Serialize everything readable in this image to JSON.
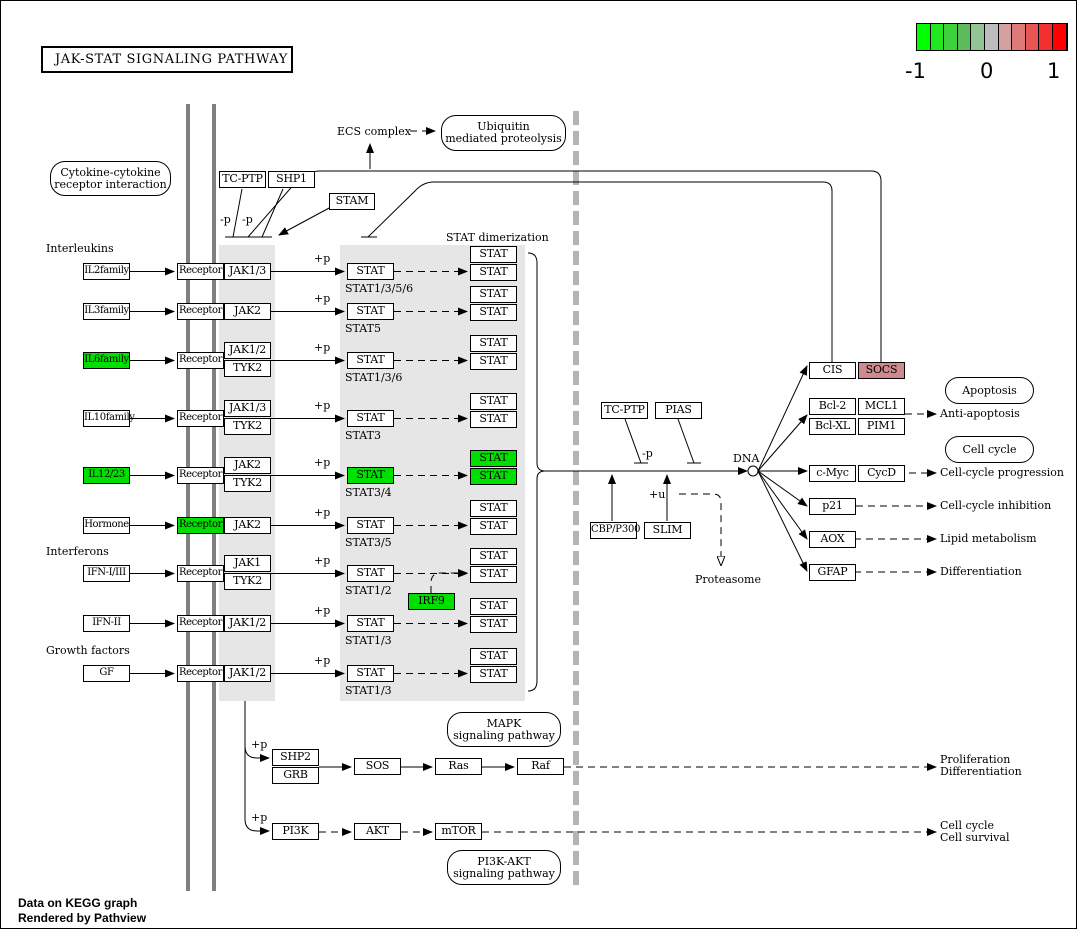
{
  "title": "JAK-STAT SIGNALING PATHWAY",
  "legend": {
    "min_label": "-1",
    "mid_label": "0",
    "max_label": "1",
    "colors": [
      "#00ff00",
      "#1fe81f",
      "#3ed13e",
      "#5dba5d",
      "#94c494",
      "#bebebe",
      "#d4a0a0",
      "#de7a7a",
      "#e85555",
      "#f23030",
      "#ff0000"
    ]
  },
  "colors": {
    "up_green": "#00e000",
    "socs_red": "#ce8a8e",
    "gray_box": "#e6e6e6",
    "membrane": "#808080",
    "divider": "#b4b4b4"
  },
  "groups": {
    "interleukins": "Interleukins",
    "interferons": "Interferons",
    "growth_factors": "Growth factors"
  },
  "ligands": [
    "IL2family",
    "IL3family",
    "IL6family",
    "IL10family",
    "IL12/23",
    "Hormone",
    "IFN-I/III",
    "IFN-II",
    "GF"
  ],
  "receptor_label": "Receptor",
  "kinases": {
    "r0": "JAK1/3",
    "r1": "JAK2",
    "r2a": "JAK1/2",
    "r2b": "TYK2",
    "r3a": "JAK1/3",
    "r3b": "TYK2",
    "r4a": "JAK2",
    "r4b": "TYK2",
    "r5": "JAK2",
    "r6a": "JAK1",
    "r6b": "TYK2",
    "r7": "JAK1/2",
    "r8": "JAK1/2"
  },
  "plus_p": "+p",
  "minus_p": "-p",
  "plus_u": "+u",
  "stat_label": "STAT",
  "stat_names": [
    "STAT1/3/5/6",
    "STAT5",
    "STAT1/3/6",
    "STAT3",
    "STAT3/4",
    "STAT3/5",
    "STAT1/2",
    "STAT1/3",
    "STAT1/3"
  ],
  "irf9": "IRF9",
  "stat_dimerization": "STAT dimerization",
  "negatives": {
    "tc_ptp": "TC-PTP",
    "shp1": "SHP1",
    "stam": "STAM",
    "ecs_complex": "ECS complex",
    "ubiquitin": [
      "Ubiquitin",
      "mediated proteolysis"
    ],
    "cytokine": [
      "Cytokine-cytokine",
      "receptor interaction"
    ]
  },
  "nuclear": {
    "tc_ptp": "TC-PTP",
    "pias": "PIAS",
    "cbp": "CBP/P300",
    "slim": "SLIM",
    "proteasome": "Proteasome",
    "dna": "DNA"
  },
  "targets": {
    "cis": "CIS",
    "socs": "SOCS",
    "bcl2": "Bcl-2",
    "mcl1": "MCL1",
    "bclxl": "Bcl-XL",
    "pim1": "PIM1",
    "cmyc": "c-Myc",
    "cycd": "CycD",
    "p21": "p21",
    "aox": "AOX",
    "gfap": "GFAP"
  },
  "outcomes": {
    "apoptosis_map": "Apoptosis",
    "cellcycle_map": "Cell cycle",
    "anti_apoptosis": "Anti-apoptosis",
    "cc_progression": "Cell-cycle progression",
    "cc_inhibition": "Cell-cycle inhibition",
    "lipid": "Lipid metabolism",
    "differentiation": "Differentiation"
  },
  "downstream": {
    "shp2": "SHP2",
    "grb": "GRB",
    "sos": "SOS",
    "ras": "Ras",
    "raf": "Raf",
    "pi3k": "PI3K",
    "akt": "AKT",
    "mtor": "mTOR",
    "mapk": [
      "MAPK",
      "signaling pathway"
    ],
    "pi3k_akt": [
      "PI3K-AKT",
      "signaling pathway"
    ],
    "prolif": [
      "Proliferation",
      "Differentiation"
    ],
    "survival": [
      "Cell cycle",
      "Cell survival"
    ]
  },
  "footer": [
    "Data on KEGG graph",
    "Rendered by Pathview"
  ]
}
